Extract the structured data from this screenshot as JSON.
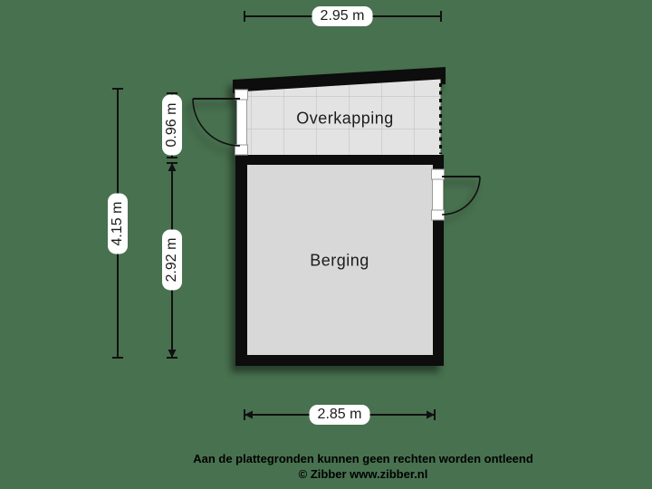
{
  "plan": {
    "rooms": [
      {
        "label": "Overkapping"
      },
      {
        "label": "Berging"
      }
    ],
    "dimensions": {
      "top_width": "2.95 m",
      "bottom_width": "2.85 m",
      "left_total_height": "4.15 m",
      "overkapping_depth": "0.96 m",
      "berging_depth": "2.92 m"
    }
  },
  "footer": {
    "disclaimer": "Aan de plattegronden kunnen geen rechten worden ontleend",
    "credit": "© Zibber www.zibber.nl"
  },
  "colors": {
    "bg": "#48714f",
    "wall": "#0d0d0d",
    "roomFill": "#d8d8d8",
    "tileFill": "#e3e3e3",
    "gridLine": "#c3c3c3",
    "pillBg": "#ffffff",
    "text": "#1c1c1c",
    "line": "#111111"
  }
}
